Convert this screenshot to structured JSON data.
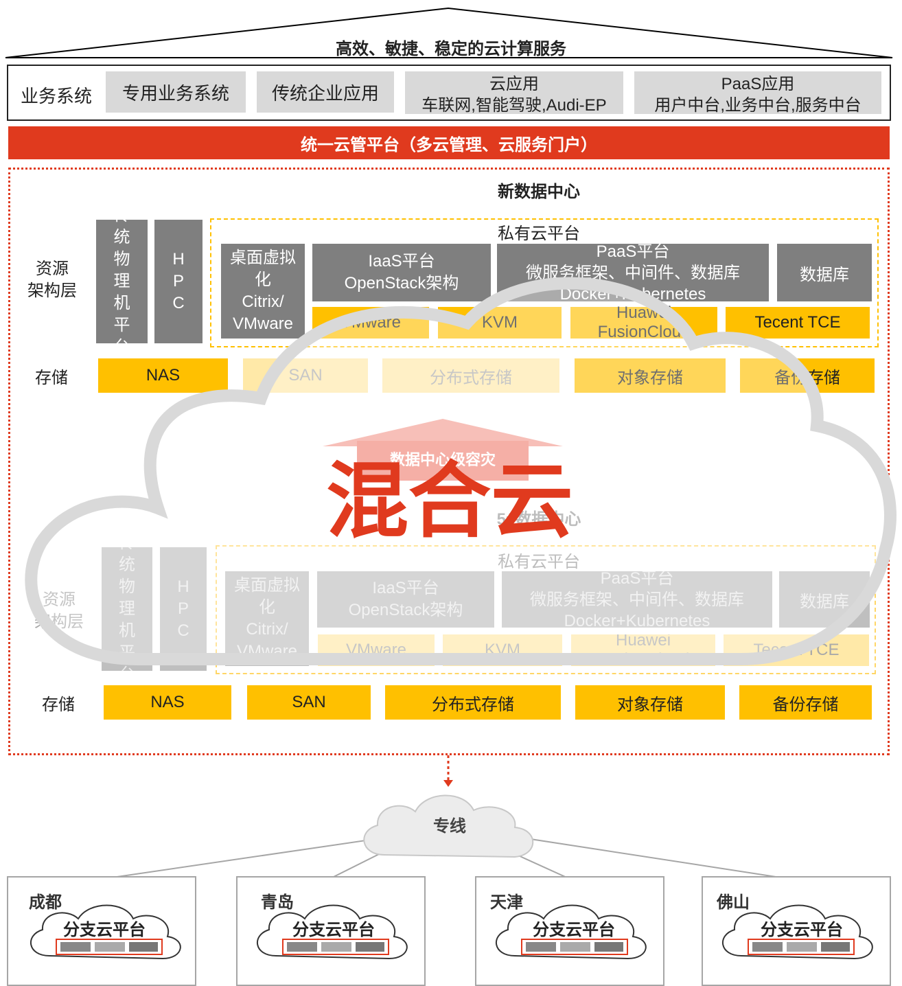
{
  "top": {
    "title": "高效、敏捷、稳定的云计算服务"
  },
  "business": {
    "label": "业务系统",
    "items": [
      {
        "line1": "专用业务系统"
      },
      {
        "line1": "传统企业应用"
      },
      {
        "line1": "云应用",
        "line2": "车联网,智能驾驶,Audi-EP"
      },
      {
        "line1": "PaaS应用",
        "line2": "用户中台,业务中台,服务中台"
      }
    ]
  },
  "cmp_bar": {
    "label": "统一云管平台（多云管理、云服务门户）"
  },
  "new_dc": {
    "title": "新数据中心",
    "resource_label": [
      "资源",
      "架构层"
    ],
    "physical": "传统物理机平台",
    "hpc": "HPC",
    "private_cloud": "私有云平台",
    "desktop": "桌面虚拟化\nCitrix/\nVMware",
    "iaas": [
      "IaaS平台",
      "OpenStack架构"
    ],
    "paas": [
      "PaaS平台",
      "微服务框架、中间件、数据库",
      "Docker+Kubernetes"
    ],
    "database": "数据库",
    "hypervisors": [
      "VMware",
      "KVM",
      "Huawei FusionCloud",
      "Tecent TCE"
    ],
    "storage_label": "存储",
    "storage": [
      "NAS",
      "SAN",
      "分布式存储",
      "对象存储",
      "备份存储"
    ]
  },
  "hybrid": {
    "title": "混合云",
    "dr_label": "数据中心级容灾"
  },
  "dc5": {
    "title": "5#数据中心",
    "resource_label": [
      "资源",
      "架构层"
    ],
    "physical": "传统物理机平台",
    "hpc": "HPC",
    "private_cloud": "私有云平台",
    "desktop": "桌面虚拟化\nCitrix/\nVMware",
    "iaas": [
      "IaaS平台",
      "OpenStack架构"
    ],
    "paas": [
      "PaaS平台",
      "微服务框架、中间件、数据库",
      "Docker+Kubernetes"
    ],
    "database": "数据库",
    "hypervisors": [
      "VMware",
      "KVM",
      "Huawei FusionCloud",
      "Tecent TCE"
    ],
    "storage_label": "存储",
    "storage": [
      "NAS",
      "SAN",
      "分布式存储",
      "对象存储",
      "备份存储"
    ]
  },
  "network": {
    "label": "专线"
  },
  "branches": [
    {
      "city": "成都",
      "platform": "分支云平台"
    },
    {
      "city": "青岛",
      "platform": "分支云平台"
    },
    {
      "city": "天津",
      "platform": "分支云平台"
    },
    {
      "city": "佛山",
      "platform": "分支云平台"
    }
  ],
  "colors": {
    "accent_red": "#e03a1e",
    "storage_yellow": "#ffc000",
    "block_gray": "#7f7f7f",
    "light_gray": "#d9d9d9"
  }
}
